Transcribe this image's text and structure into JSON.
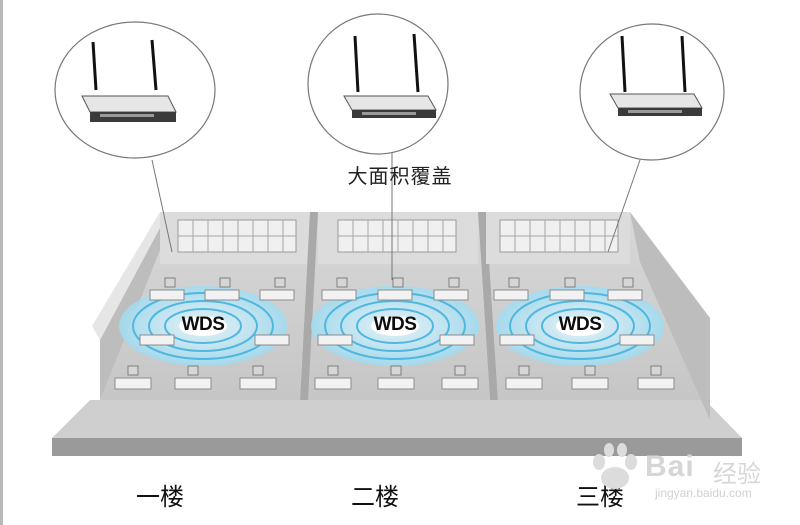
{
  "diagram": {
    "center_caption": "大面积覆盖",
    "wds_label": "WDS",
    "floors": [
      {
        "label": "一楼"
      },
      {
        "label": "二楼"
      },
      {
        "label": "三楼"
      }
    ]
  },
  "watermark": {
    "brand": "Bai",
    "brand_suffix": "经验",
    "url": "jingyan.baidu.com"
  }
}
